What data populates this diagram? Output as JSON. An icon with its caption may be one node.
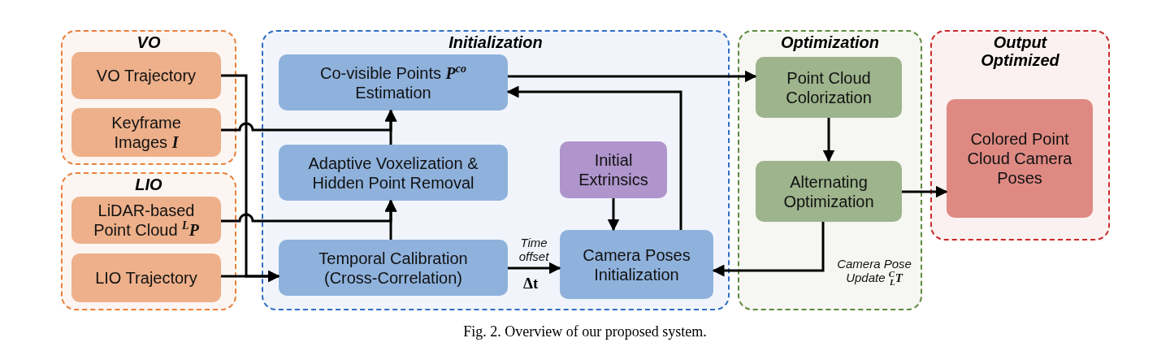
{
  "diagram": {
    "caption": "Fig. 2.   Overview of our proposed system.",
    "nodes": [
      {
        "text": [
          "VO"
        ]
      },
      {
        "text": [
          "VO Trajectory"
        ],
        "in": 0
      },
      {
        "text": [
          "Keyframe Images **I**"
        ],
        "in": 0
      },
      {
        "text": [
          "LIO"
        ]
      },
      {
        "text": [
          "LiDAR-based Point Cloud $^{L}$**P**"
        ],
        "in": 3
      },
      {
        "text": [
          "LIO Trajectory"
        ],
        "in": 3
      },
      {
        "text": [
          "Initialization"
        ]
      },
      {
        "text": [
          "Co-visible Points **P**$^{co}$ Estimation"
        ],
        "in": 6
      },
      {
        "text": [
          "Adaptive Voxelization & Hidden Point Removal"
        ],
        "in": 6
      },
      {
        "text": [
          "Temporal Calibration (Cross-Correlation)"
        ],
        "in": 6
      },
      {
        "text": [
          "Initial Extrinsics"
        ],
        "in": 6
      },
      {
        "text": [
          "Camera Poses Initialization"
        ],
        "in": 6
      },
      {
        "text": [
          "Optimization"
        ]
      },
      {
        "text": [
          "Point Cloud Colorization"
        ],
        "in": 12
      },
      {
        "text": [
          "Alternating Optimization"
        ],
        "in": 12
      },
      {
        "text": [
          "Output Optimized"
        ]
      },
      {
        "text": [
          "Colored Point Cloud Camera Poses"
        ],
        "in": 15
      }
    ],
    "edges": [
      {
        "from": 1,
        "to": 9,
        "arrow": "to"
      },
      {
        "from": 5,
        "to": 9,
        "arrow": "to"
      },
      {
        "from": 2,
        "to": 7,
        "arrow": "to"
      },
      {
        "from": 4,
        "to": 8,
        "arrow": "to"
      },
      {
        "from": 9,
        "to": 8,
        "arrow": "to"
      },
      {
        "from": 8,
        "to": 7,
        "arrow": "to"
      },
      {
        "from": 9,
        "to": 11,
        "arrow": "to",
        "label": "Time offset"
      },
      {
        "from": 10,
        "to": 11,
        "arrow": "to"
      },
      {
        "from": 11,
        "to": 7,
        "arrow": "to"
      },
      {
        "from": 7,
        "to": 13,
        "arrow": "to"
      },
      {
        "from": 13,
        "to": 14,
        "arrow": "to"
      },
      {
        "from": 14,
        "to": 16,
        "arrow": "to"
      },
      {
        "from": 14,
        "to": 11,
        "arrow": "to",
        "label": "Camera Pose Update $^{C}$$_{L}$**T**"
      }
    ],
    "labels": [
      "Δt"
    ]
  }
}
